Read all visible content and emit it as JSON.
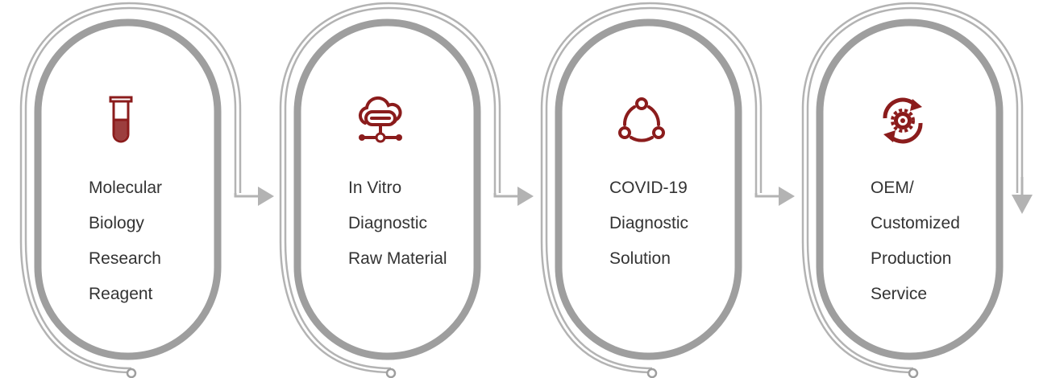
{
  "colors": {
    "accent": "#8b1c1c",
    "ring_inner": "#9e9e9e",
    "ring_outer": "#b3b3b3",
    "text": "#333333"
  },
  "steps": [
    {
      "icon": "test-tube-icon",
      "lines": [
        "Molecular",
        "Biology",
        "Research",
        "Reagent"
      ]
    },
    {
      "icon": "cloud-network-icon",
      "lines": [
        "In Vitro",
        "Diagnostic",
        "Raw Material"
      ]
    },
    {
      "icon": "three-node-cycle-icon",
      "lines": [
        "COVID-19",
        "Diagnostic",
        "Solution"
      ]
    },
    {
      "icon": "gear-cycle-icon",
      "lines": [
        "OEM/",
        "Customized",
        "Production",
        "Service"
      ]
    }
  ]
}
